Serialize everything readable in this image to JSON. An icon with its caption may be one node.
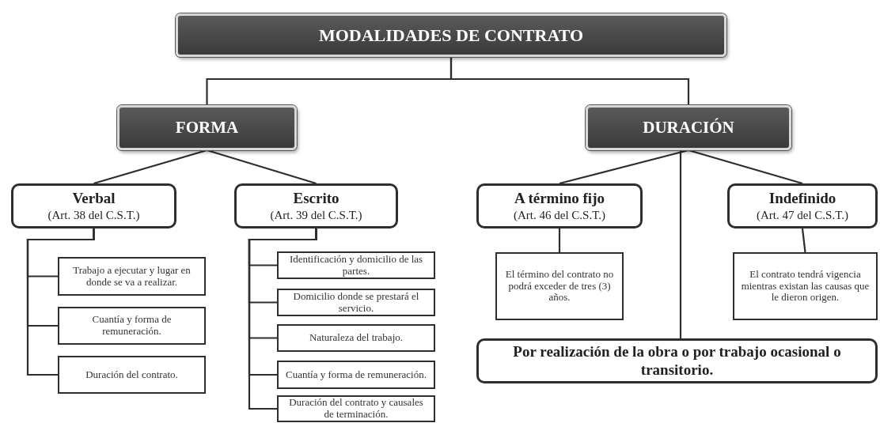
{
  "diagram": {
    "nodes": [
      {
        "text": [
          "MODALIDADES DE CONTRATO"
        ]
      },
      {
        "text": [
          "FORMA"
        ]
      },
      {
        "text": [
          "DURACIÓN"
        ]
      },
      {
        "text": [
          "Verbal",
          "(Art. 38 del C.S.T.)"
        ]
      },
      {
        "text": [
          "Escrito",
          "(Art. 39 del C.S.T.)"
        ]
      },
      {
        "text": [
          "A término fijo",
          "(Art. 46 del C.S.T.)"
        ]
      },
      {
        "text": [
          "Indefinido",
          "(Art. 47 del C.S.T.)"
        ]
      },
      {
        "text": [
          "Trabajo a ejecutar y lugar en donde se va a realizar."
        ]
      },
      {
        "text": [
          "Cuantía y forma de remuneración."
        ]
      },
      {
        "text": [
          "Duración del contrato."
        ]
      },
      {
        "text": [
          "Identificación y domicilio de las partes."
        ]
      },
      {
        "text": [
          "Domicilio donde se prestará el servicio."
        ]
      },
      {
        "text": [
          "Naturaleza del trabajo."
        ]
      },
      {
        "text": [
          "Cuantía y forma de remuneración."
        ]
      },
      {
        "text": [
          "Duración del contrato y causales de terminación."
        ]
      },
      {
        "text": [
          "El término del contrato no podrá exceder de tres (3) años."
        ]
      },
      {
        "text": [
          "El contrato tendrá vigencia mientras existan las causas que le dieron origen."
        ]
      },
      {
        "text": [
          "Por realización de la obra o por trabajo ocasional o transitorio."
        ]
      }
    ],
    "edges": [
      {
        "from": 0,
        "to": 1,
        "arrow": "none"
      },
      {
        "from": 0,
        "to": 2,
        "arrow": "none"
      },
      {
        "from": 1,
        "to": 3,
        "arrow": "none"
      },
      {
        "from": 1,
        "to": 4,
        "arrow": "none"
      },
      {
        "from": 2,
        "to": 5,
        "arrow": "none"
      },
      {
        "from": 2,
        "to": 6,
        "arrow": "none"
      },
      {
        "from": 2,
        "to": 17,
        "arrow": "none"
      },
      {
        "from": 3,
        "to": 7,
        "arrow": "none"
      },
      {
        "from": 3,
        "to": 8,
        "arrow": "none"
      },
      {
        "from": 3,
        "to": 9,
        "arrow": "none"
      },
      {
        "from": 4,
        "to": 10,
        "arrow": "none"
      },
      {
        "from": 4,
        "to": 11,
        "arrow": "none"
      },
      {
        "from": 4,
        "to": 12,
        "arrow": "none"
      },
      {
        "from": 4,
        "to": 13,
        "arrow": "none"
      },
      {
        "from": 4,
        "to": 14,
        "arrow": "none"
      },
      {
        "from": 5,
        "to": 15,
        "arrow": "none"
      },
      {
        "from": 6,
        "to": 16,
        "arrow": "none"
      }
    ]
  }
}
